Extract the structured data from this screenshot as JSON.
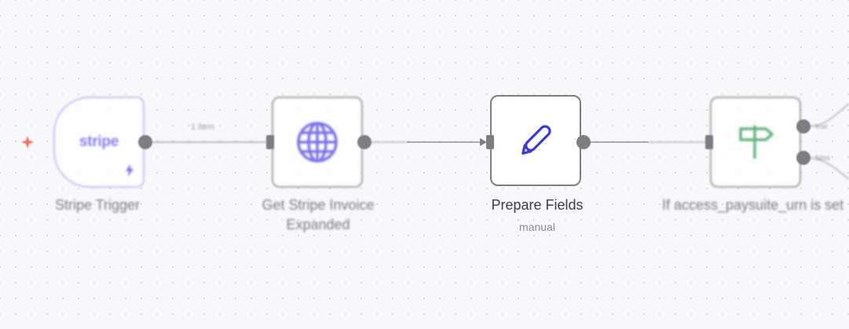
{
  "canvas": {
    "colors": {
      "background": "#f8f8fa",
      "node_border": "#8c8c92",
      "trigger_border": "#b8b2f0",
      "connector": "#7d7d83",
      "stripe_brand": "#6b5cf0",
      "http_icon": "#5b50e6",
      "set_icon": "#3a3ad8",
      "if_icon": "#3fa45a",
      "trigger_marker": "#ff6d5a"
    }
  },
  "nodes": [
    {
      "name": "Stripe Trigger",
      "icon": "stripe-logo",
      "logo_text": "stripe",
      "badge_icon": "lightning-bolt-icon"
    },
    {
      "name": "Get Stripe Invoice Expanded",
      "icon": "globe-icon"
    },
    {
      "name": "Prepare Fields",
      "subtitle": "manual",
      "icon": "pencil-icon"
    },
    {
      "name": "If access_paysuite_urn is set",
      "icon": "signpost-icon"
    }
  ],
  "edges": [
    {
      "label": "1 item"
    }
  ],
  "branches": [
    {
      "label": "true"
    },
    {
      "label": "false"
    }
  ]
}
